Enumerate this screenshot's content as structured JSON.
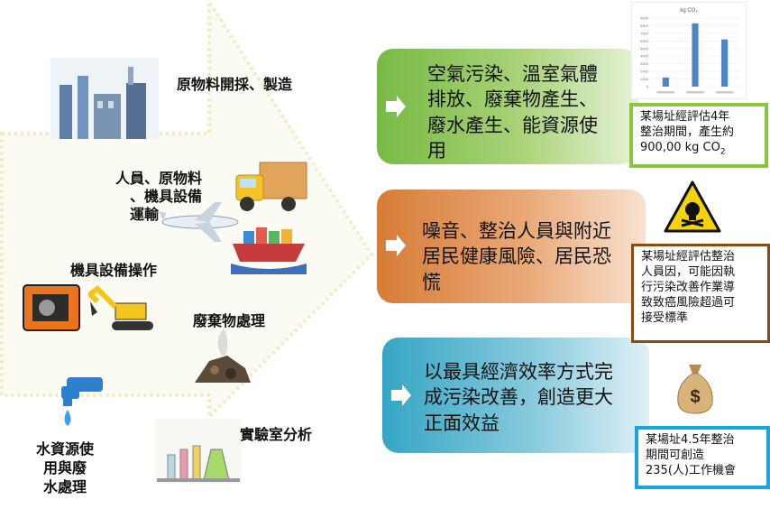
{
  "left_labels": {
    "raw_material": "原物料開採、製造",
    "transport": [
      "人員、原物料",
      "、機具設備",
      "運輸"
    ],
    "equipment": "機具設備操作",
    "waste": "廢棄物處理",
    "water": [
      "水資源使",
      "用與廢",
      "水處理"
    ],
    "lab": "實驗室分析"
  },
  "boxes": {
    "green": {
      "text": [
        "空氣污染、溫室氣體",
        "排放、廢棄物產生、",
        "廢水產生、能資源使",
        "用"
      ],
      "color": "#7cbd45"
    },
    "orange": {
      "text": [
        "噪音、整治人員與附近",
        "居民健康風險、居民恐",
        "慌"
      ],
      "color": "#d9803e"
    },
    "blue": {
      "text": [
        "以最具經濟效率方式完",
        "成污染改善，創造更大",
        "正面效益"
      ],
      "color": "#3ba9c6"
    }
  },
  "notes": {
    "green": {
      "lines": [
        "某場址經評估4年",
        "整治期間，產生約",
        "900,00 kg CO",
        "2"
      ],
      "border": "#8cc63f"
    },
    "brown": {
      "lines": [
        "某場址經評估整治",
        "人員因，可能因執",
        "行污染改善作業導",
        "致致癌風險超過可",
        "接受標準"
      ],
      "border": "#8b4a12"
    },
    "cyan": {
      "lines": [
        "某場址4.5年整治",
        "期間可創造",
        "235(人)工作機會"
      ],
      "border": "#19a6e0"
    }
  },
  "mini_chart": {
    "chart_data": {
      "type": "bar",
      "title": "kg CO₂",
      "categories": [
        "",
        "",
        ""
      ],
      "values": [
        1200,
        8300,
        6200
      ],
      "ylim": [
        0,
        9000
      ],
      "yticks": [
        "9000",
        "8000",
        "7000",
        "6000",
        "5000",
        "4000",
        "3000",
        "2000",
        "1000",
        "0"
      ],
      "bar_color": "#4a86c8"
    }
  },
  "icons": {
    "factory": "factory-icon",
    "truck": "truck-icon",
    "airplane": "airplane-icon",
    "ship": "cargo-ship-icon",
    "generator": "generator-icon",
    "excavator": "excavator-icon",
    "waste": "waste-pile-icon",
    "faucet": "water-faucet-icon",
    "lab": "lab-equipment-icon",
    "hazard": "skull-warning-icon",
    "money": "money-bag-icon"
  }
}
